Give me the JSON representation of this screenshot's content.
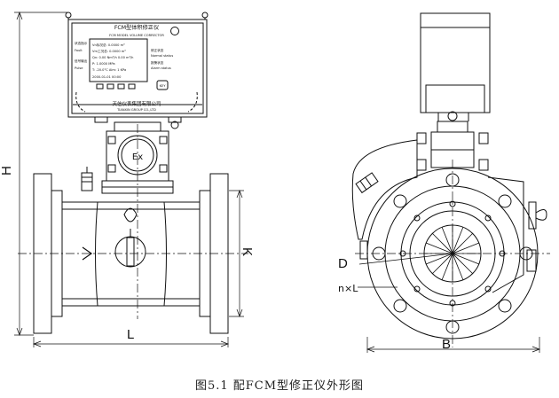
{
  "caption": "图5.1  配FCM型修正仪外形图",
  "dimensions": {
    "h": "H",
    "l": "L",
    "k": "K",
    "b": "B",
    "d": "D",
    "nxl": "n×L"
  },
  "front_view": {
    "corrector_title": "FCM型体积修正仪",
    "corrector_model": "FCM MODEL VOLUME CORRECTOR",
    "company_cn": "天信仪表集团有限公司",
    "company_en": "TIANXIN GROUP CO.,LTD",
    "ex_mark": "Ex",
    "display_lines": [
      "Vn标况总:   0.0000  m³",
      "Vm工况总:   0.0000  m³",
      "Qn:  0.00 Nm³/h   0.00 m³/h",
      "P:  1.0000  MPa",
      "T:  -20.0°C   Alm: 1  KPa",
      "2000-01-01 00:00"
    ],
    "side_labels": [
      "状态指示",
      "Fault",
      "信号输出",
      "Pulse"
    ],
    "right_labels": [
      "修正状态",
      "Normal status",
      "报警状态",
      "Alarm status"
    ],
    "key_label": "KEY"
  }
}
